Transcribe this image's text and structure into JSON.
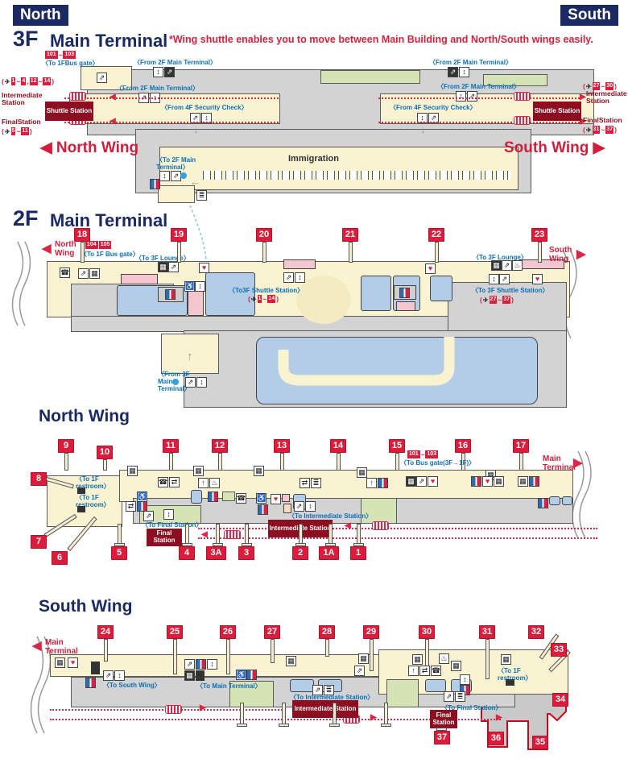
{
  "header": {
    "north": "North",
    "south": "South",
    "note": "*Wing shuttle enables you to move between Main Building and North/South wings easily."
  },
  "floors": {
    "f3": "3F",
    "f2": "2F",
    "main_terminal": "Main Terminal",
    "north_wing": "North Wing",
    "south_wing": "South Wing"
  },
  "stations": {
    "shuttle": "Shuttle Station",
    "intermediate": "Intermediate Station",
    "final": "Final Station",
    "final_3f": "FinalStation"
  },
  "labels": {
    "to_1f_bus_gate_3f": "〈To 1FBus gate〉",
    "to_1f_bus_gate_2f": "〈To 1F Bus gate〉",
    "from_2f_main_terminal": "〈From 2F Main Terminal〉",
    "from_4f_security_check": "〈From 4F Security Check〉",
    "to_2f_main_terminal": "〈To 2F Main Terminal〉",
    "immigration": "Immigration",
    "to_3f_lounge": "〈To 3F Lounge〉",
    "to_3f_shuttle_l": "〈To3F Shuttle Station〉",
    "to_3f_shuttle_r": "〈To 3F Shuttle Station〉",
    "from_3f_main_terminal": "〈From 3F Main Terminal〉",
    "to_bus_gate_3f_1f": "〈To Bus gate(3F→1F)〉",
    "to_1f_restroom": "〈To 1F restroom〉",
    "to_final_station": "〈To Final Station〉",
    "to_intermediate_station": "〈To Intermediate Station〉",
    "to_main_terminal": "〈To Main Terminal〉",
    "to_south_wing": "〈To South Wing〉",
    "main_terminal_arrow": "Main Terminal"
  },
  "gates": {
    "1": "1",
    "1A": "1A",
    "2": "2",
    "3": "3",
    "3A": "3A",
    "4": "4",
    "5": "5",
    "6": "6",
    "7": "7",
    "8": "8",
    "9": "9",
    "10": "10",
    "11": "11",
    "12": "12",
    "13": "13",
    "14": "14",
    "15": "15",
    "16": "16",
    "17": "17",
    "18": "18",
    "19": "19",
    "20": "20",
    "21": "21",
    "22": "22",
    "23": "23",
    "24": "24",
    "25": "25",
    "26": "26",
    "27": "27",
    "28": "28",
    "29": "29",
    "30": "30",
    "31": "31",
    "32": "32",
    "33": "33",
    "34": "34",
    "35": "35",
    "36": "36",
    "37": "37"
  },
  "bus": {
    "101": "101",
    "103": "103",
    "104": "104",
    "105": "105"
  },
  "sym": {
    "plane": "✈",
    "tilde": "~",
    "comma": ",",
    "lp": "(",
    "rp": ")",
    "arr_l": "◀",
    "arr_r": "▶",
    "arr_up": "↑",
    "arr_dn": "↓",
    "arr_lt": "←"
  },
  "icons": {
    "escalator": "⇗",
    "elevator": "↕",
    "phone": "☎",
    "flight_info": "▦",
    "atm": "♥",
    "exchange": "⇄",
    "wheelchair": "♿",
    "smoking": "♨",
    "stairs": "≣"
  },
  "colors": {
    "navy": "#1b2a63",
    "gate_red": "#dd1c3b",
    "station_maroon": "#8c0e20",
    "label_blue": "#0b6fb8",
    "accent_red": "#cf1f3d",
    "floor_cream": "#faf3d2",
    "floor_gray": "#d3d3d3",
    "shop_blue": "#b3cce7",
    "shop_pink": "#f4c6cf",
    "shop_green": "#d6e4b5",
    "track_red": "#d92745"
  }
}
